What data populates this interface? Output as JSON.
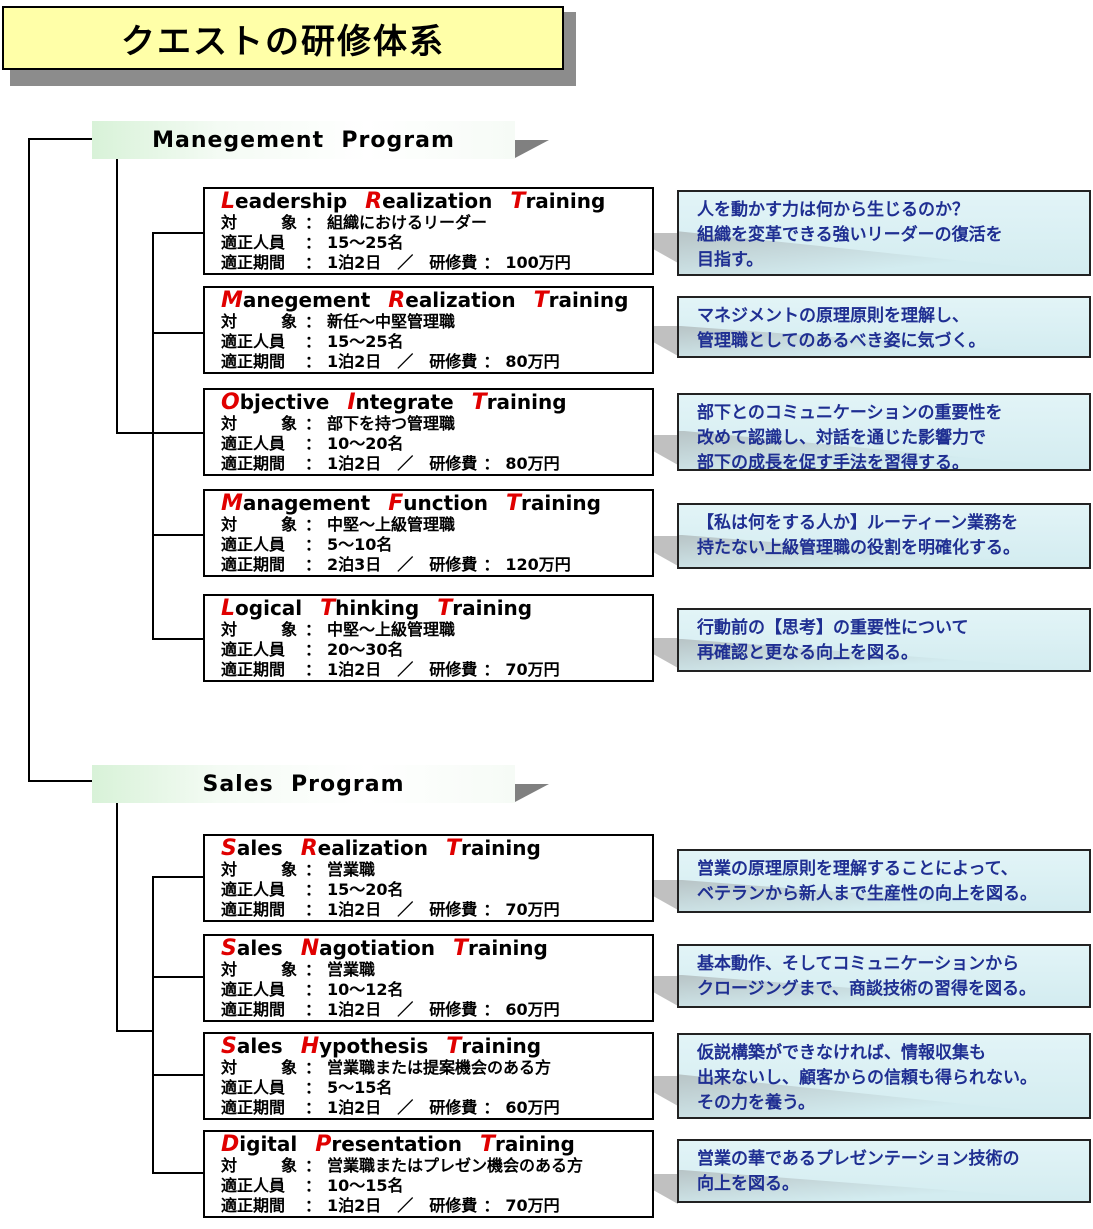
{
  "title": "クエストの研修体系",
  "labels": {
    "target": "対　象",
    "members": "適正人員",
    "period": "適正期間",
    "fee": "研修費",
    "colon": "：",
    "slash": "／"
  },
  "programs": [
    {
      "name": "Manegement  Program",
      "courses": [
        {
          "words": [
            [
              "L",
              "eadership"
            ],
            [
              "R",
              "ealization"
            ],
            [
              "T",
              "raining"
            ]
          ],
          "target": "組織におけるリーダー",
          "members": "15～25名",
          "period": "1泊2日",
          "fee": "100万円",
          "desc": "人を動かす力は何から生じるのか？\n組織を変革できる強いリーダーの復活を\n目指す。"
        },
        {
          "words": [
            [
              "M",
              "anegement"
            ],
            [
              "R",
              "ealization"
            ],
            [
              "T",
              "raining"
            ]
          ],
          "target": "新任～中堅管理職",
          "members": "15～25名",
          "period": "1泊2日",
          "fee": "80万円",
          "desc": "マネジメントの原理原則を理解し、\n管理職としてのあるべき姿に気づく。"
        },
        {
          "words": [
            [
              "O",
              "bjective"
            ],
            [
              "I",
              "ntegrate"
            ],
            [
              "T",
              "raining"
            ]
          ],
          "target": "部下を持つ管理職",
          "members": "10～20名",
          "period": "1泊2日",
          "fee": "80万円",
          "desc": "部下とのコミュニケーションの重要性を\n改めて認識し、対話を通じた影響力で\n部下の成長を促す手法を習得する。"
        },
        {
          "words": [
            [
              "M",
              "anagement"
            ],
            [
              "F",
              "unction"
            ],
            [
              "T",
              "raining"
            ]
          ],
          "target": "中堅～上級管理職",
          "members": "5～10名",
          "period": "2泊3日",
          "fee": "120万円",
          "desc": "【私は何をする人か】ルーティーン業務を\n持たない上級管理職の役割を明確化する。"
        },
        {
          "words": [
            [
              "L",
              "ogical"
            ],
            [
              "T",
              "hinking"
            ],
            [
              "T",
              "raining"
            ]
          ],
          "target": "中堅～上級管理職",
          "members": "20～30名",
          "period": "1泊2日",
          "fee": "70万円",
          "desc": "行動前の【思考】の重要性について\n再確認と更なる向上を図る。"
        }
      ]
    },
    {
      "name": "Sales  Program",
      "courses": [
        {
          "words": [
            [
              "S",
              "ales"
            ],
            [
              "R",
              "ealization"
            ],
            [
              "T",
              "raining"
            ]
          ],
          "target": "営業職",
          "members": "15～20名",
          "period": "1泊2日",
          "fee": "70万円",
          "desc": "営業の原理原則を理解することによって、\nベテランから新人まで生産性の向上を図る。"
        },
        {
          "words": [
            [
              "S",
              "ales"
            ],
            [
              "N",
              "agotiation"
            ],
            [
              "T",
              "raining"
            ]
          ],
          "target": "営業職",
          "members": "10～12名",
          "period": "1泊2日",
          "fee": "60万円",
          "desc": "基本動作、そしてコミュニケーションから\nクロージングまで、商談技術の習得を図る。"
        },
        {
          "words": [
            [
              "S",
              "ales"
            ],
            [
              "H",
              "ypothesis"
            ],
            [
              "T",
              "raining"
            ]
          ],
          "target": "営業職または提案機会のある方",
          "members": "5～15名",
          "period": "1泊2日",
          "fee": "60万円",
          "desc": "仮説構築ができなければ、情報収集も\n出来ないし、顧客からの信頼も得られない。\nその力を養う。"
        },
        {
          "words": [
            [
              "D",
              "igital"
            ],
            [
              "P",
              "resentation"
            ],
            [
              "T",
              "raining"
            ]
          ],
          "target": "営業職またはプレゼン機会のある方",
          "members": "10～15名",
          "period": "1泊2日",
          "fee": "70万円",
          "fee_label": "研修費",
          "fee_colon": "：",
          "desc": "営業の華であるプレゼンテーション技術の\n向上を図る。"
        }
      ]
    }
  ]
}
